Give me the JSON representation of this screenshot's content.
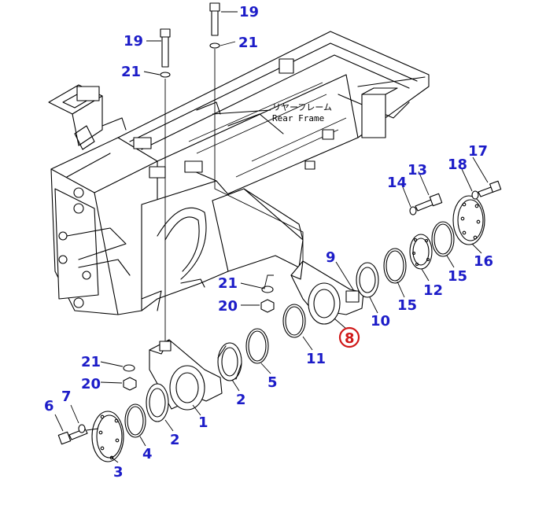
{
  "frame_caption": {
    "japanese": "リヤーフレーム",
    "english": "Rear Frame"
  },
  "highlight_color": "#d01818",
  "callout_color": "#1c1cc8",
  "callouts": [
    {
      "id": "c19a",
      "label": "19"
    },
    {
      "id": "c19b",
      "label": "19"
    },
    {
      "id": "c21a",
      "label": "21"
    },
    {
      "id": "c21b",
      "label": "21"
    },
    {
      "id": "c21c",
      "label": "21"
    },
    {
      "id": "c21d",
      "label": "21"
    },
    {
      "id": "c20a",
      "label": "20"
    },
    {
      "id": "c20b",
      "label": "20"
    },
    {
      "id": "c17",
      "label": "17"
    },
    {
      "id": "c18",
      "label": "18"
    },
    {
      "id": "c13",
      "label": "13"
    },
    {
      "id": "c14",
      "label": "14"
    },
    {
      "id": "c16",
      "label": "16"
    },
    {
      "id": "c15a",
      "label": "15"
    },
    {
      "id": "c15b",
      "label": "15"
    },
    {
      "id": "c12",
      "label": "12"
    },
    {
      "id": "c10",
      "label": "10"
    },
    {
      "id": "c9",
      "label": "9"
    },
    {
      "id": "c8",
      "label": "8",
      "highlighted": true
    },
    {
      "id": "c11",
      "label": "11"
    },
    {
      "id": "c5",
      "label": "5"
    },
    {
      "id": "c2a",
      "label": "2"
    },
    {
      "id": "c2b",
      "label": "2"
    },
    {
      "id": "c1",
      "label": "1"
    },
    {
      "id": "c7",
      "label": "7"
    },
    {
      "id": "c6",
      "label": "6"
    },
    {
      "id": "c4",
      "label": "4"
    },
    {
      "id": "c3",
      "label": "3"
    }
  ]
}
